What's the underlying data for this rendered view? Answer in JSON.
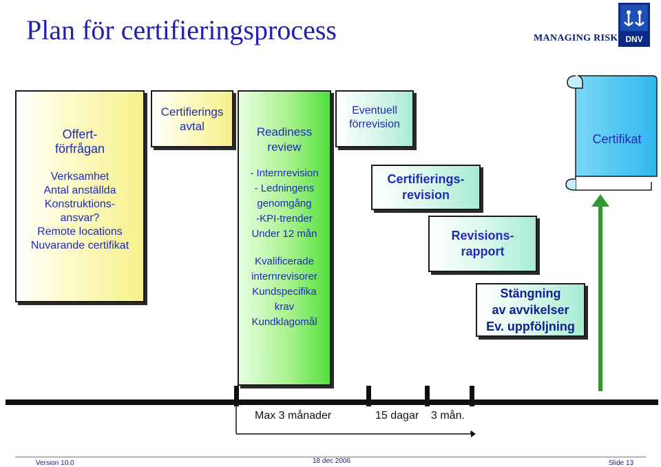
{
  "slide": {
    "title": "Plan för certifieringsprocess",
    "brand_text": "MANAGING RISK",
    "logo_text": "DNV"
  },
  "boxes": {
    "offert": {
      "heading": [
        "Offert-",
        "förfrågan"
      ],
      "body": [
        "Verksamhet",
        "Antal anställda",
        "Konstruktions-",
        "ansvar?",
        "Remote locations",
        "Nuvarande certifikat"
      ]
    },
    "avtal": {
      "heading": [
        "Certifierings",
        "avtal"
      ]
    },
    "readiness": {
      "heading": [
        "Readiness",
        "review"
      ],
      "body1": [
        "- Internrevision",
        "- Ledningens",
        "genomgång",
        "-KPI-trender",
        "Under 12 mån"
      ],
      "body2": [
        "Kvalificerade",
        "internrevisorer",
        "Kundspecifika",
        "krav",
        "Kundklagomål"
      ]
    },
    "forrevision": {
      "heading": [
        "Eventuell",
        "förrevision"
      ]
    },
    "certrevision": {
      "heading": [
        "Certifierings-",
        "revision"
      ]
    },
    "revisionsrapport": {
      "heading": [
        "Revisions-",
        "rapport"
      ]
    },
    "stangning": {
      "heading": [
        "Stängning",
        "av avvikelser",
        "Ev. uppföljning"
      ]
    },
    "certifikat": {
      "label": "Certifikat"
    }
  },
  "timeline": {
    "label_max": "Max 3 månader",
    "label_15": "15 dagar",
    "label_3": "3 mån."
  },
  "footer": {
    "version": "Version 10.0",
    "date": "18 dec 2006",
    "slide_no": "Slide 13"
  },
  "colors": {
    "title": "#1f1fb0",
    "box_text": "#1f2ab8",
    "yellow": "#f6f08a",
    "green": "#52e03a",
    "teal": "#a7ecd3",
    "scroll": "#2fb7f0"
  }
}
